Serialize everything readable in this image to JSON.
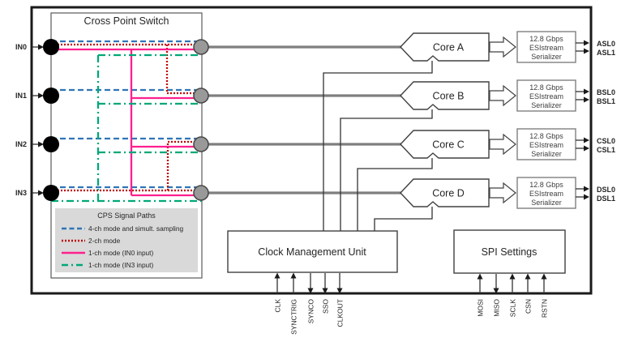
{
  "cps": {
    "title": "Cross Point Switch",
    "inputs": [
      "IN0",
      "IN1",
      "IN2",
      "IN3"
    ]
  },
  "legend": {
    "title": "CPS Signal Paths",
    "items": [
      {
        "label": "4-ch mode and simult. sampling",
        "style": "dashed",
        "color": "#2E75B6"
      },
      {
        "label": "2-ch mode",
        "style": "dotted",
        "color": "#C00000"
      },
      {
        "label": "1-ch mode (IN0 input)",
        "style": "solid",
        "color": "#FF1F8F"
      },
      {
        "label": "1-ch mode (IN3 input)",
        "style": "dashdot",
        "color": "#00A878"
      }
    ]
  },
  "cores": [
    {
      "label": "Core A",
      "out0": "ASL0",
      "out1": "ASL1"
    },
    {
      "label": "Core B",
      "out0": "BSL0",
      "out1": "BSL1"
    },
    {
      "label": "Core C",
      "out0": "CSL0",
      "out1": "CSL1"
    },
    {
      "label": "Core D",
      "out0": "DSL0",
      "out1": "DSL1"
    }
  ],
  "serializer": {
    "l1": "12.8 Gbps",
    "l2": "ESIstream",
    "l3": "Serializer"
  },
  "cmu": {
    "title": "Clock Management Unit",
    "pins": [
      "CLK",
      "SYNCTRIG",
      "SYNCO",
      "SSO",
      "CLKOUT"
    ]
  },
  "spi": {
    "title": "SPI Settings",
    "pins": [
      "MOSI",
      "MISO",
      "SCLK",
      "CSN",
      "RSTN"
    ]
  }
}
